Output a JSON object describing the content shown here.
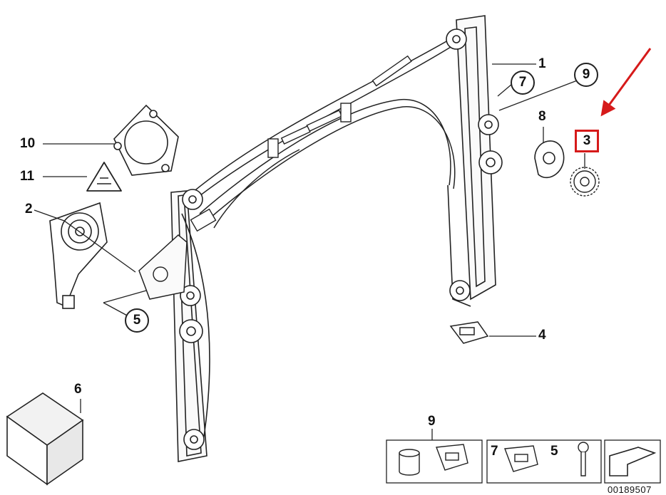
{
  "callouts": {
    "c1": "1",
    "c2": "2",
    "c3": "3",
    "c4": "4",
    "c5": "5",
    "c6": "6",
    "c7": "7",
    "c8": "8",
    "c9": "9",
    "c10": "10",
    "c11": "11"
  },
  "legend_boxes": {
    "box_a_label": "9",
    "box_b_label_1": "7",
    "box_b_label_2": "5"
  },
  "reference_number": "00189507",
  "colors": {
    "line": "#222222",
    "highlight": "#d61a1a",
    "fill_light": "#f2f2f2"
  }
}
